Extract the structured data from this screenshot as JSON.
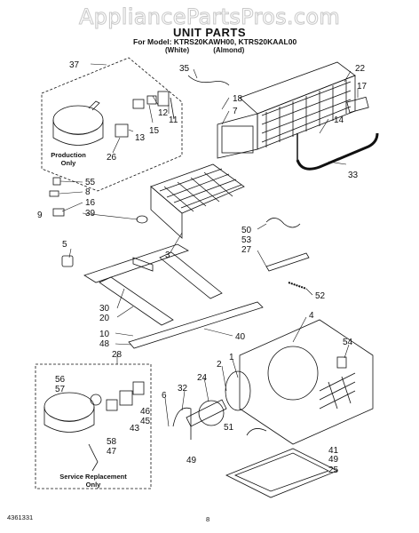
{
  "watermark": "AppliancePartsPros.com",
  "title": "UNIT PARTS",
  "model_line": "For Model: KTRS20KAWH00, KTRS20KAAL00",
  "variants": [
    "(White)",
    "(Almond)"
  ],
  "captions": {
    "production": [
      "Production",
      "Only"
    ],
    "service": [
      "Service Replacement",
      "Only"
    ]
  },
  "footer": {
    "doc_number": "4361331",
    "page": "8"
  },
  "callouts": [
    "37",
    "35",
    "22",
    "17",
    "18",
    "7",
    "14",
    "11",
    "12",
    "15",
    "13",
    "26",
    "33",
    "55",
    "8",
    "9",
    "16",
    "39",
    "3",
    "50",
    "53",
    "27",
    "5",
    "52",
    "30",
    "20",
    "4",
    "54",
    "10",
    "48",
    "40",
    "28",
    "1",
    "2",
    "56",
    "57",
    "24",
    "32",
    "6",
    "46",
    "45",
    "43",
    "58",
    "47",
    "51",
    "41",
    "49",
    "25"
  ]
}
